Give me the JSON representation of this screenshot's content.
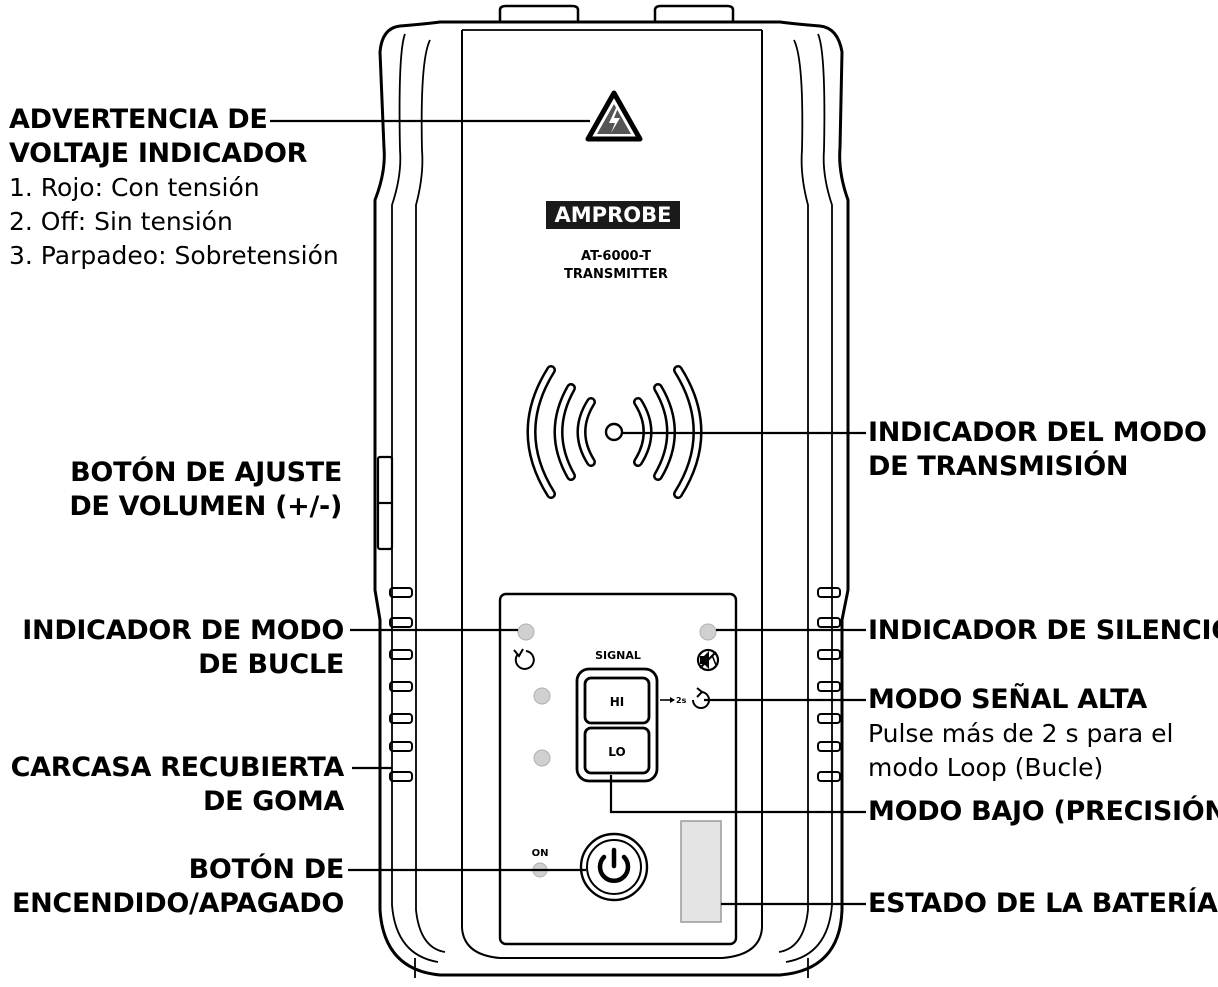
{
  "device": {
    "brand": "AMPROBE",
    "model": "AT-6000-T",
    "model_type": "TRANSMITTER",
    "signal_label": "SIGNAL",
    "hi_label": "HI",
    "lo_label": "LO",
    "on_label": "ON",
    "hold_label": "2s"
  },
  "callouts": {
    "voltage_warning": {
      "title_lines": [
        "ADVERTENCIA DE",
        "VOLTAJE INDICADOR"
      ],
      "notes": [
        "1. Rojo: Con tensión",
        "2. Off: Sin tensión",
        "3. Parpadeo: Sobretensión"
      ]
    },
    "volume_button": {
      "title_lines": [
        "BOTÓN DE AJUSTE",
        "DE VOLUMEN (+/-)"
      ]
    },
    "loop_mode_indicator": {
      "title_lines": [
        "INDICADOR DE MODO",
        "DE BUCLE"
      ]
    },
    "rubber_housing": {
      "title_lines": [
        "CARCASA RECUBIERTA",
        "DE GOMA"
      ]
    },
    "power_button": {
      "title_lines": [
        "BOTÓN DE",
        "ENCENDIDO/APAGADO"
      ]
    },
    "transmission_mode_indicator": {
      "title_lines": [
        "INDICADOR DEL MODO",
        "DE TRANSMISIÓN"
      ]
    },
    "mute_indicator": {
      "title_lines": [
        "INDICADOR DE SILENCIO"
      ]
    },
    "high_signal_mode": {
      "title_lines": [
        "MODO SEÑAL ALTA"
      ],
      "notes": [
        "Pulse más de 2 s para el",
        "modo Loop (Bucle)"
      ]
    },
    "low_mode": {
      "title_lines": [
        "MODO BAJO (PRECISIÓN)"
      ]
    },
    "battery_status": {
      "title_lines": [
        "ESTADO DE LA BATERÍA"
      ]
    }
  },
  "colors": {
    "line": "#000000",
    "led": "#d0d0d0",
    "led_stroke": "#b0b0b0",
    "brand_bg": "#1a1a1a",
    "battery": "#e4e4e4"
  }
}
